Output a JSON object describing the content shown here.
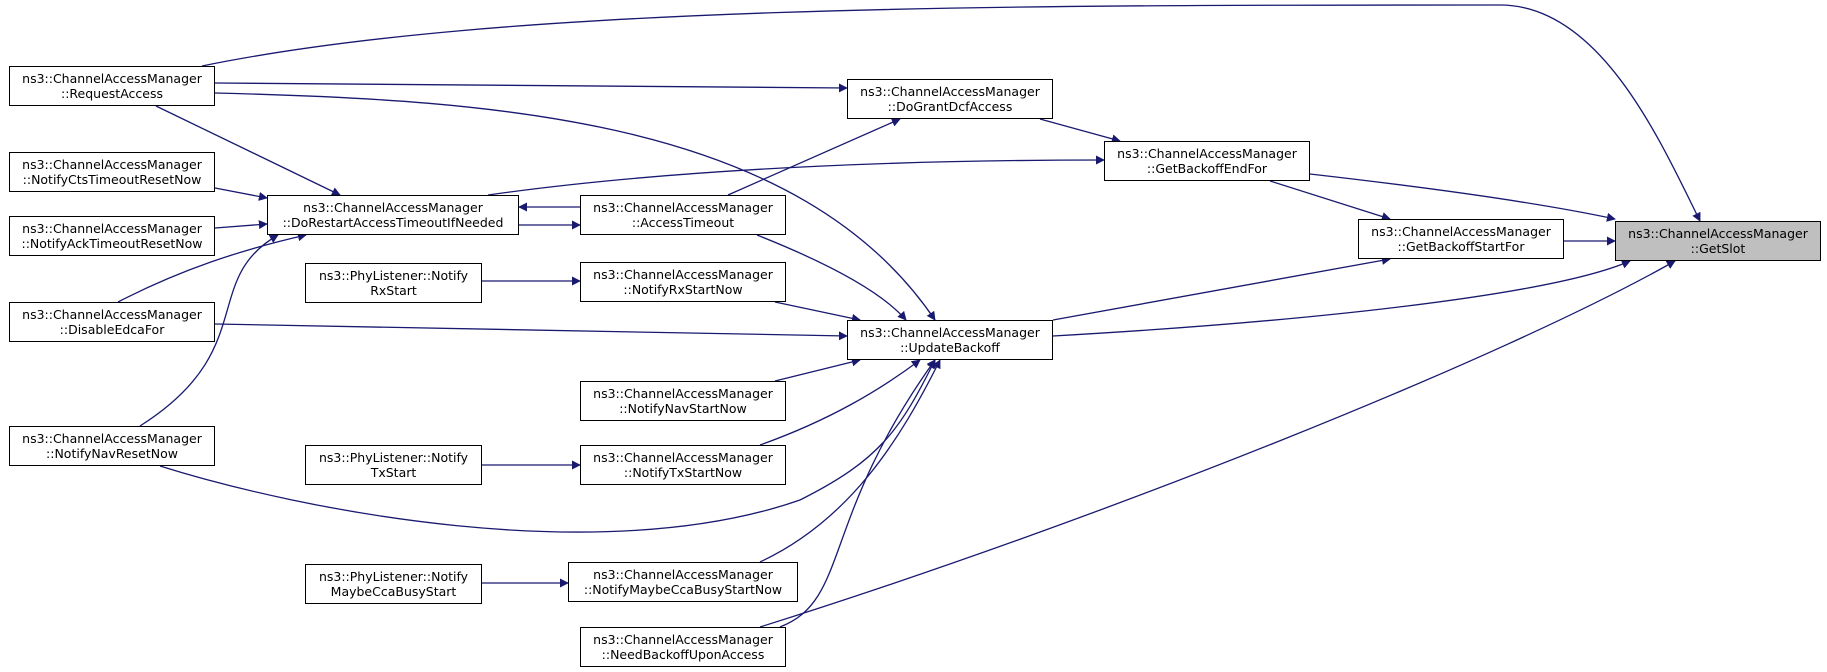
{
  "graph": {
    "edge_color": "#191970",
    "highlight_color": "#bfbfbf",
    "nodes": [
      {
        "id": "getslot",
        "l1": "ns3::ChannelAccessManager",
        "l2": "::GetSlot",
        "selected": true
      },
      {
        "id": "requestaccess",
        "l1": "ns3::ChannelAccessManager",
        "l2": "::RequestAccess"
      },
      {
        "id": "notifycts",
        "l1": "ns3::ChannelAccessManager",
        "l2": "::NotifyCtsTimeoutResetNow"
      },
      {
        "id": "notifyack",
        "l1": "ns3::ChannelAccessManager",
        "l2": "::NotifyAckTimeoutResetNow"
      },
      {
        "id": "disableedca",
        "l1": "ns3::ChannelAccessManager",
        "l2": "::DisableEdcaFor"
      },
      {
        "id": "notifynavreset",
        "l1": "ns3::ChannelAccessManager",
        "l2": "::NotifyNavResetNow"
      },
      {
        "id": "dorestart",
        "l1": "ns3::ChannelAccessManager",
        "l2": "::DoRestartAccessTimeoutIfNeeded"
      },
      {
        "id": "phyrx",
        "l1": "ns3::PhyListener::Notify",
        "l2": "RxStart"
      },
      {
        "id": "phytx",
        "l1": "ns3::PhyListener::Notify",
        "l2": "TxStart"
      },
      {
        "id": "phycca",
        "l1": "ns3::PhyListener::Notify",
        "l2": "MaybeCcaBusyStart"
      },
      {
        "id": "accesstimeout",
        "l1": "ns3::ChannelAccessManager",
        "l2": "::AccessTimeout"
      },
      {
        "id": "notifyrx",
        "l1": "ns3::ChannelAccessManager",
        "l2": "::NotifyRxStartNow"
      },
      {
        "id": "notifynavstart",
        "l1": "ns3::ChannelAccessManager",
        "l2": "::NotifyNavStartNow"
      },
      {
        "id": "notifytx",
        "l1": "ns3::ChannelAccessManager",
        "l2": "::NotifyTxStartNow"
      },
      {
        "id": "notifycca",
        "l1": "ns3::ChannelAccessManager",
        "l2": "::NotifyMaybeCcaBusyStartNow"
      },
      {
        "id": "needbackoff",
        "l1": "ns3::ChannelAccessManager",
        "l2": "::NeedBackoffUponAccess"
      },
      {
        "id": "dogrant",
        "l1": "ns3::ChannelAccessManager",
        "l2": "::DoGrantDcfAccess"
      },
      {
        "id": "updatebackoff",
        "l1": "ns3::ChannelAccessManager",
        "l2": "::UpdateBackoff"
      },
      {
        "id": "getbackoffend",
        "l1": "ns3::ChannelAccessManager",
        "l2": "::GetBackoffEndFor"
      },
      {
        "id": "getbackoffstart",
        "l1": "ns3::ChannelAccessManager",
        "l2": "::GetBackoffStartFor"
      }
    ],
    "edges": [
      {
        "from": "requestaccess",
        "to": "getslot"
      },
      {
        "from": "getbackoffend",
        "to": "getslot"
      },
      {
        "from": "getbackoffstart",
        "to": "getslot"
      },
      {
        "from": "updatebackoff",
        "to": "getslot"
      },
      {
        "from": "needbackoff",
        "to": "getslot"
      },
      {
        "from": "requestaccess",
        "to": "dogrant"
      },
      {
        "from": "dogrant",
        "to": "getbackoffend"
      },
      {
        "from": "dorestart",
        "to": "getbackoffend"
      },
      {
        "from": "getbackoffend",
        "to": "getbackoffstart"
      },
      {
        "from": "updatebackoff",
        "to": "getbackoffstart"
      },
      {
        "from": "accesstimeout",
        "to": "dogrant"
      },
      {
        "from": "accesstimeout",
        "to": "dorestart"
      },
      {
        "from": "dorestart",
        "to": "accesstimeout"
      },
      {
        "from": "requestaccess",
        "to": "dorestart"
      },
      {
        "from": "notifycts",
        "to": "dorestart"
      },
      {
        "from": "notifyack",
        "to": "dorestart"
      },
      {
        "from": "disableedca",
        "to": "dorestart"
      },
      {
        "from": "notifynavreset",
        "to": "dorestart"
      },
      {
        "from": "requestaccess",
        "to": "updatebackoff"
      },
      {
        "from": "accesstimeout",
        "to": "updatebackoff"
      },
      {
        "from": "notifyrx",
        "to": "updatebackoff"
      },
      {
        "from": "disableedca",
        "to": "updatebackoff"
      },
      {
        "from": "notifynavstart",
        "to": "updatebackoff"
      },
      {
        "from": "notifytx",
        "to": "updatebackoff"
      },
      {
        "from": "notifynavreset",
        "to": "updatebackoff"
      },
      {
        "from": "notifycca",
        "to": "updatebackoff"
      },
      {
        "from": "needbackoff",
        "to": "updatebackoff"
      },
      {
        "from": "phyrx",
        "to": "notifyrx"
      },
      {
        "from": "phytx",
        "to": "notifytx"
      },
      {
        "from": "phycca",
        "to": "notifycca"
      }
    ]
  }
}
